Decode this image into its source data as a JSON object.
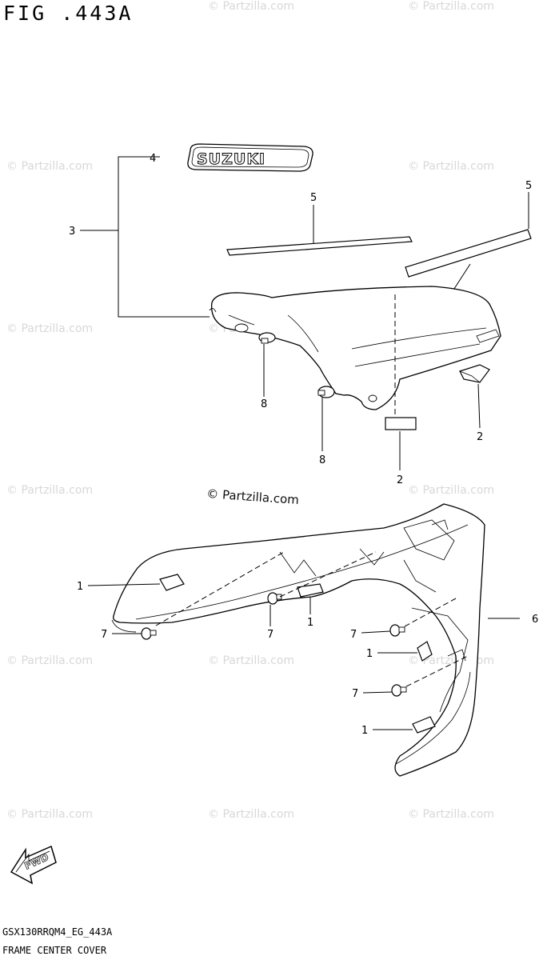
{
  "figure": {
    "title": "FIG .443A"
  },
  "footer": {
    "code": "GSX130RRQM4_EG_443A",
    "name": "FRAME CENTER COVER"
  },
  "watermark": {
    "text": "© Partzilla.com"
  },
  "logo": {
    "text": "SUZUKI"
  },
  "fwd": {
    "text": "FWD"
  },
  "callouts": {
    "c4": "4",
    "c3": "3",
    "c5a": "5",
    "c5b": "5",
    "c8a": "8",
    "c8b": "8",
    "c2a": "2",
    "c2b": "2",
    "c1a": "1",
    "c1b": "1",
    "c1c": "1",
    "c1d": "1",
    "c7a": "7",
    "c7b": "7",
    "c7c": "7",
    "c7d": "7",
    "c6": "6"
  }
}
